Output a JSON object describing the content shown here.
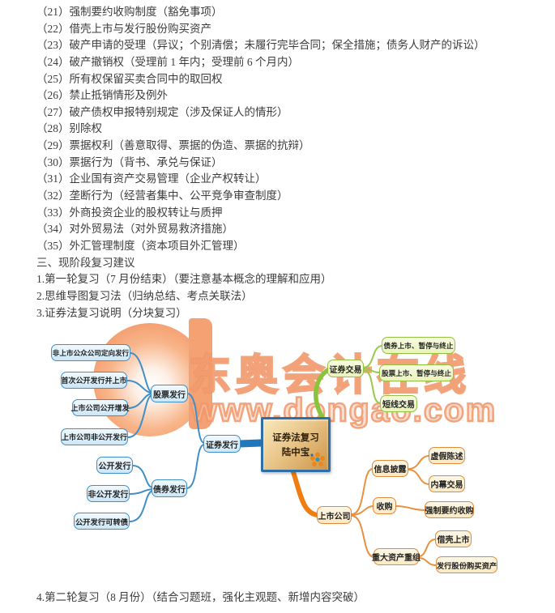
{
  "document": {
    "items": [
      "（21）强制要约收购制度（豁免事项）",
      "（22）借壳上市与发行股份购买资产",
      "（23）破产申请的受理（异议；个别清偿；未履行完毕合同；保全措施；债务人财产的诉讼）",
      "（24）破产撤销权（受理前 1 年内；受理前 6 个月内）",
      "（25）所有权保留买卖合同中的取回权",
      "（26）禁止抵销情形及例外",
      "（27）破产债权申报特别规定（涉及保证人的情形）",
      "（28）别除权",
      "（29）票据权利（善意取得、票据的伪造、票据的抗辩）",
      "（30）票据行为（背书、承兑与保证）",
      "（31）企业国有资产交易管理（企业产权转让）",
      "（32）垄断行为（经营者集中、公平竞争审查制度）",
      "（33）外商投资企业的股权转让与质押",
      "（34）对外贸易法（对外贸易救济措施）",
      "（35）外汇管理制度（资本项目外汇管理）"
    ],
    "section_heading": "三、现阶段复习建议",
    "suggestion_1": "1.第一轮复习（7 月份结束）（要注意基本概念的理解和应用）",
    "suggestion_2": "2.思维导图复习法（归纳总结、考点关联法）",
    "suggestion_3": "3.证券法复习说明（分块复习）",
    "suggestion_4": "4.第二轮复习（8 月份）（结合习题班，强化主观题、新增内容突破）"
  },
  "mindmap": {
    "center": {
      "line1": "证券法复习",
      "line2": "陆中宝"
    },
    "watermark": {
      "brand_text": "东奥会计在线",
      "url_text": "www.dongao.com",
      "color": "#f09a6e"
    },
    "nodes": {
      "securities_issue": "证券发行",
      "stock_issue": "股票发行",
      "bond_issue": "债券发行",
      "nonlisted_private_placement": "非上市公众公司定向发行",
      "ipo_listing": "首次公开发行并上市",
      "listed_public_addition": "上市公司公开增发",
      "listed_private_placement": "上市公司非公开发行",
      "public_issue": "公开发行",
      "private_issue": "非公开发行",
      "convertible_bond": "公开发行可转债",
      "securities_trading": "证券交易",
      "bond_listing_suspension": "债券上市、暂停与终止",
      "stock_listing_suspension": "股票上市、暂停与终止",
      "short_swing_trading": "短线交易",
      "listed_company": "上市公司",
      "info_disclosure": "信息披露",
      "false_statement": "虚假陈述",
      "insider_trading": "内幕交易",
      "acquisition": "收购",
      "mandatory_tender_offer": "强制要约收购",
      "major_asset_restructuring": "重大资产重组",
      "backdoor_listing": "借壳上市",
      "share_issue_asset_purchase": "发行股份购买资产"
    },
    "colors": {
      "blue_branch": "#3f8fc9",
      "blue_trunk": "#1e78bd",
      "green_branch": "#97c94c",
      "green_trunk": "#8ac43c",
      "orange_branch": "#e8913f",
      "orange_trunk": "#ef7d12",
      "center_border": "#2f6ea6"
    }
  }
}
